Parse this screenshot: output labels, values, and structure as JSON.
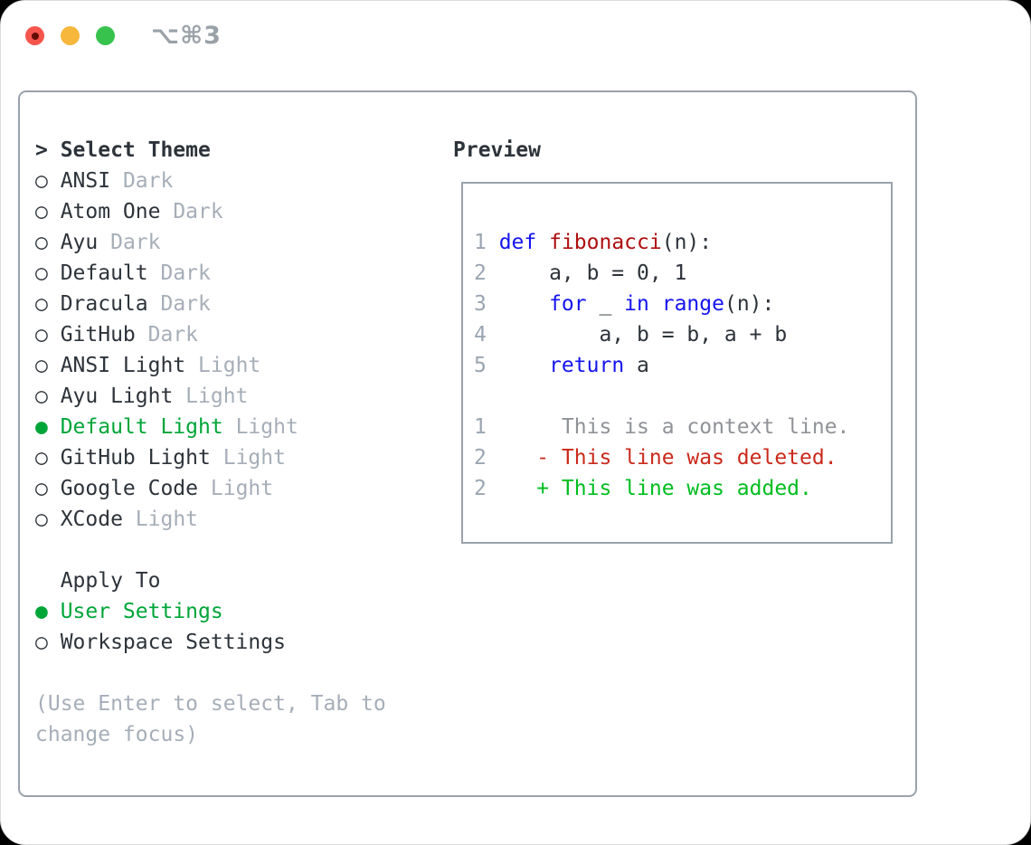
{
  "titlebar": {
    "shortcut": "⌥⌘3",
    "buttons": [
      "close",
      "minimize",
      "zoom"
    ]
  },
  "markers": {
    "unselected": "○",
    "selected": "●",
    "prompt": ">"
  },
  "theme_list": {
    "title": "Select Theme",
    "items": [
      {
        "name": "ANSI",
        "variant": "Dark",
        "selected": false
      },
      {
        "name": "Atom One",
        "variant": "Dark",
        "selected": false
      },
      {
        "name": "Ayu",
        "variant": "Dark",
        "selected": false
      },
      {
        "name": "Default",
        "variant": "Dark",
        "selected": false
      },
      {
        "name": "Dracula",
        "variant": "Dark",
        "selected": false
      },
      {
        "name": "GitHub",
        "variant": "Dark",
        "selected": false
      },
      {
        "name": "ANSI Light",
        "variant": "Light",
        "selected": false
      },
      {
        "name": "Ayu Light",
        "variant": "Light",
        "selected": false
      },
      {
        "name": "Default Light",
        "variant": "Light",
        "selected": true
      },
      {
        "name": "GitHub Light",
        "variant": "Light",
        "selected": false
      },
      {
        "name": "Google Code",
        "variant": "Light",
        "selected": false
      },
      {
        "name": "XCode",
        "variant": "Light",
        "selected": false
      }
    ]
  },
  "apply_to": {
    "title": "Apply To",
    "options": [
      {
        "label": "User Settings",
        "selected": true
      },
      {
        "label": "Workspace Settings",
        "selected": false
      }
    ]
  },
  "help": {
    "line1": "(Use Enter to select, Tab to",
    "line2": "change focus)"
  },
  "preview": {
    "title": "Preview",
    "lines": [
      {
        "num": "1",
        "tokens": [
          [
            "def",
            "kw"
          ],
          [
            " ",
            "p"
          ],
          [
            "fibonacci",
            "fn"
          ],
          [
            "(n):",
            "p"
          ]
        ]
      },
      {
        "num": "2",
        "tokens": [
          [
            "    a, b = 0, 1",
            "p"
          ]
        ]
      },
      {
        "num": "3",
        "tokens": [
          [
            "    ",
            "p"
          ],
          [
            "for",
            "kw"
          ],
          [
            " _ ",
            "p"
          ],
          [
            "in",
            "kw"
          ],
          [
            " ",
            "p"
          ],
          [
            "range",
            "kw"
          ],
          [
            "(n):",
            "p"
          ]
        ]
      },
      {
        "num": "4",
        "tokens": [
          [
            "        a, b = b, a + b",
            "p"
          ]
        ]
      },
      {
        "num": "5",
        "tokens": [
          [
            "    ",
            "p"
          ],
          [
            "return",
            "kw"
          ],
          [
            " a",
            "p"
          ]
        ]
      },
      {
        "blank": true
      },
      {
        "num": "1",
        "tokens": [
          [
            "     This is a context line.",
            "ctx"
          ]
        ]
      },
      {
        "num": "2",
        "tokens": [
          [
            "   - This line was deleted.",
            "del"
          ]
        ]
      },
      {
        "num": "2",
        "tokens": [
          [
            "   + This line was added.",
            "add"
          ]
        ]
      }
    ]
  },
  "colors": {
    "text": "#2d333a",
    "muted": "#a6aeb8",
    "selected_green": "#00a538",
    "keyword_blue": "#1414f0",
    "function_red": "#ae0e0e",
    "line_number": "#9aa5b2",
    "context_gray": "#8f9297",
    "deleted_red": "#c92a1c",
    "added_green": "#00bd1f",
    "panel_border": "#9aa2ab",
    "shortcut_gray": "#9aa1a8",
    "traffic_red": "#f5554d",
    "traffic_red_dot": "#620c04",
    "traffic_yellow": "#f6b73c",
    "traffic_green": "#37c24e"
  }
}
